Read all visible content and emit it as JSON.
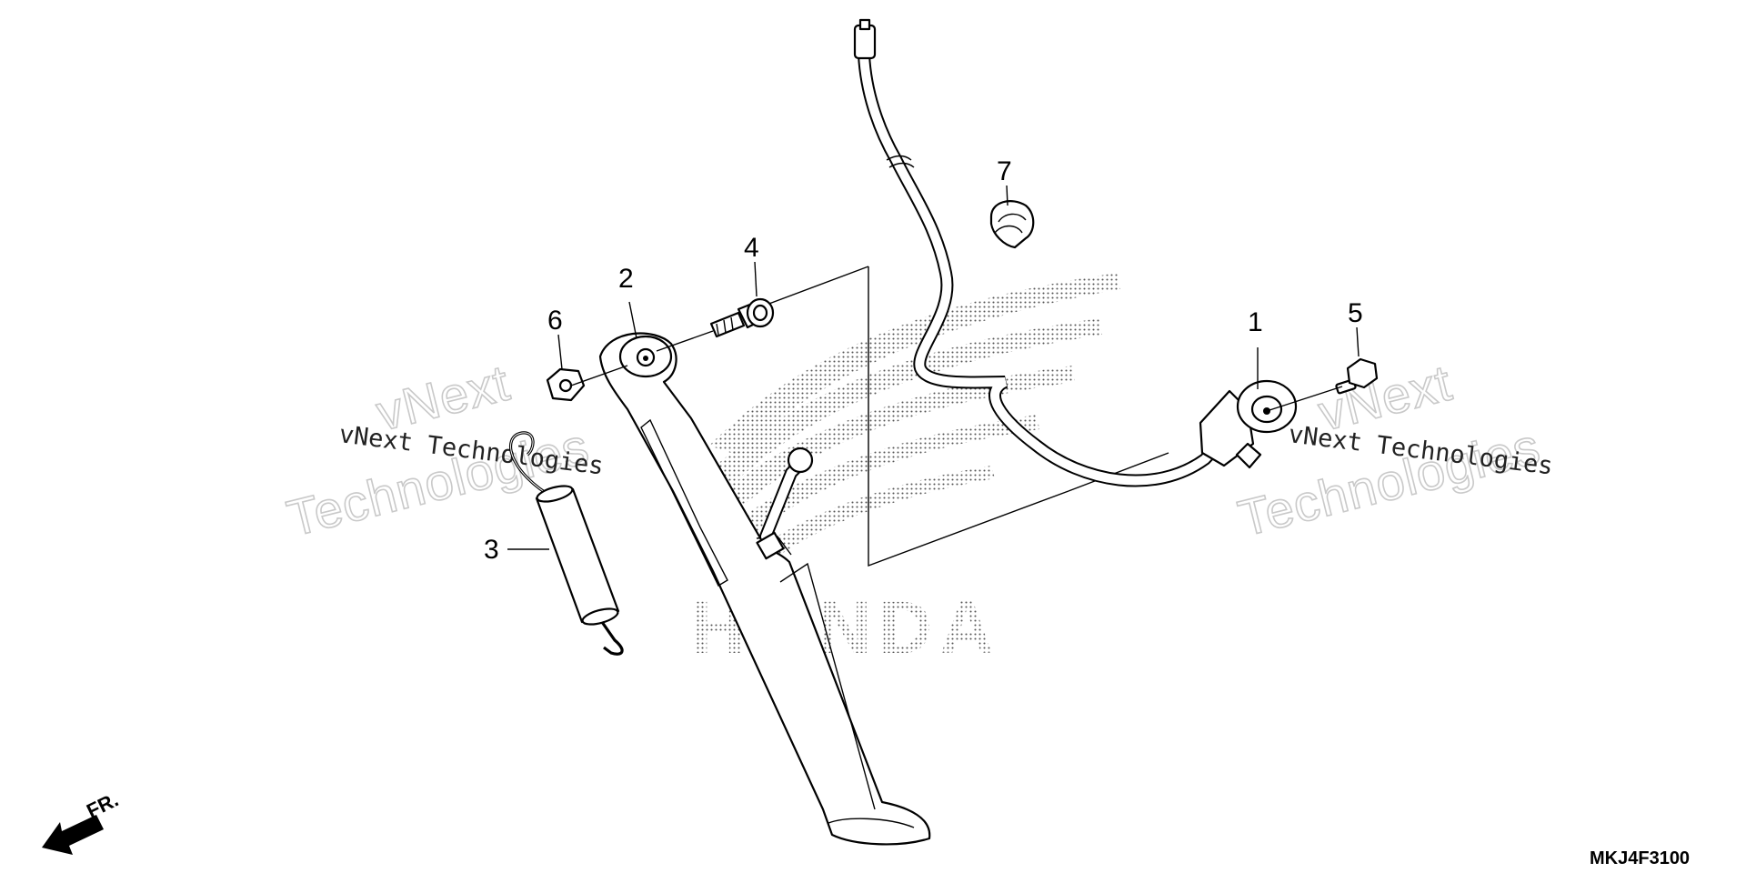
{
  "diagram": {
    "callouts": [
      {
        "id": "1",
        "label": "1"
      },
      {
        "id": "2",
        "label": "2"
      },
      {
        "id": "3",
        "label": "3"
      },
      {
        "id": "4",
        "label": "4"
      },
      {
        "id": "5",
        "label": "5"
      },
      {
        "id": "6",
        "label": "6"
      },
      {
        "id": "7",
        "label": "7"
      }
    ],
    "watermarks": [
      {
        "line1": "vNext Technologies",
        "big_top": "vNext",
        "big_bottom": "Technologies"
      },
      {
        "line1": "vNext Technologies",
        "big_top": "vNext",
        "big_bottom": "Technologies"
      }
    ],
    "background_logo": "HONDA",
    "direction_label": "FR.",
    "diagram_code": "MKJ4F3100",
    "colors": {
      "ink": "#000000",
      "paper": "#ffffff",
      "logo_dots": "#555555",
      "watermark_outline": "#c9c9c9"
    }
  }
}
